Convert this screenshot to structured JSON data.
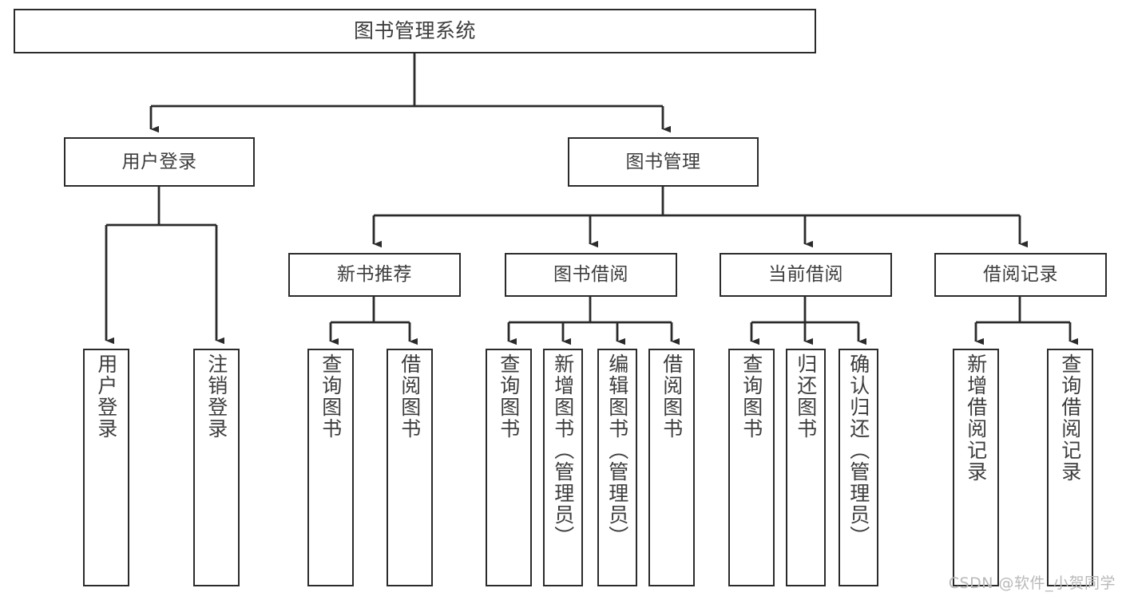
{
  "diagram": {
    "title": "图书管理系统",
    "type": "功能结构图",
    "watermark": "CSDN @软件_小贺同学",
    "colors": {
      "box_border": "#2b2b2b",
      "box_fill": "#ffffff",
      "text": "#3d3d3d",
      "connector": "#2b2b2b",
      "watermark": "#b9b9b9",
      "background": "#ffffff"
    },
    "root": {
      "label": "图书管理系统"
    },
    "level2": [
      {
        "label": "用户登录"
      },
      {
        "label": "图书管理"
      }
    ],
    "level3": [
      {
        "label": "新书推荐"
      },
      {
        "label": "图书借阅"
      },
      {
        "label": "当前借阅"
      },
      {
        "label": "借阅记录"
      }
    ],
    "leaves": {
      "user_login": [
        {
          "label": "用户登录"
        },
        {
          "label": "注销登录"
        }
      ],
      "new_book_recommend": [
        {
          "label": "查询图书"
        },
        {
          "label": "借阅图书"
        }
      ],
      "book_borrow": [
        {
          "label": "查询图书"
        },
        {
          "label": "新增图书（管理员）"
        },
        {
          "label": "编辑图书（管理员）"
        },
        {
          "label": "借阅图书"
        }
      ],
      "current_borrow": [
        {
          "label": "查询图书"
        },
        {
          "label": "归还图书"
        },
        {
          "label": "确认归还（管理员）"
        }
      ],
      "borrow_records": [
        {
          "label": "新增借阅记录"
        },
        {
          "label": "查询借阅记录"
        }
      ]
    }
  }
}
